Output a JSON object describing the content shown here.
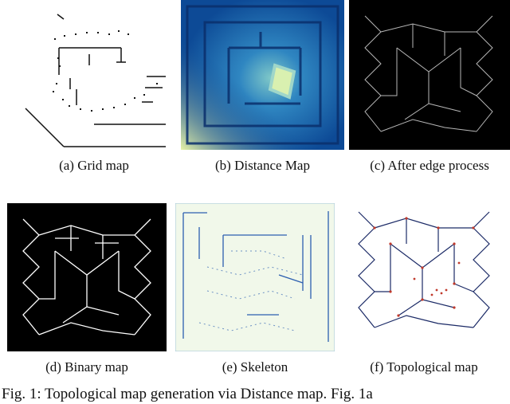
{
  "panels": [
    {
      "id": "a",
      "caption": "(a) Grid map"
    },
    {
      "id": "b",
      "caption": "(b) Distance Map"
    },
    {
      "id": "c",
      "caption": "(c) After edge process"
    },
    {
      "id": "d",
      "caption": "(d) Binary map"
    },
    {
      "id": "e",
      "caption": "(e) Skeleton"
    },
    {
      "id": "f",
      "caption": "(f) Topological map"
    }
  ],
  "figure_caption": "Fig. 1: Topological map generation via Distance map. Fig. 1a",
  "colors": {
    "distance_map_dark": "#0b3f86",
    "distance_map_light": "#d9f0b0",
    "skeleton_bg": "#f1f8ea",
    "skeleton_line": "#2c5fb0",
    "topo_line": "#1b2a66",
    "topo_node": "#c0392b"
  }
}
